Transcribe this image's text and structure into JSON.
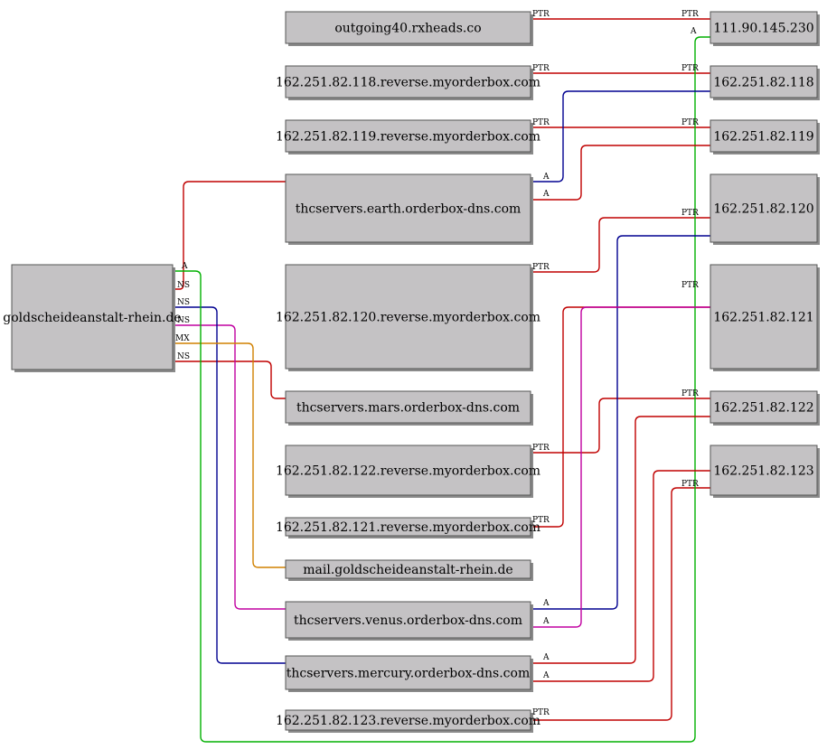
{
  "colors": {
    "ptr": "#c00000",
    "ns_red": "#c00000",
    "ns_blue": "#000090",
    "ns_magenta": "#c000a0",
    "mx": "#d08000",
    "a_green": "#00b000",
    "a_blue": "#000090",
    "a_magenta": "#c000a0"
  },
  "nodes": [
    {
      "id": "domain",
      "label": "goldscheideanstalt-rhein.de"
    },
    {
      "id": "outgoing",
      "label": "outgoing40.rxheads.co"
    },
    {
      "id": "rev118",
      "label": "162.251.82.118.reverse.myorderbox.com"
    },
    {
      "id": "rev119",
      "label": "162.251.82.119.reverse.myorderbox.com"
    },
    {
      "id": "earth",
      "label": "thcservers.earth.orderbox-dns.com"
    },
    {
      "id": "rev120",
      "label": "162.251.82.120.reverse.myorderbox.com"
    },
    {
      "id": "mars",
      "label": "thcservers.mars.orderbox-dns.com"
    },
    {
      "id": "rev122",
      "label": "162.251.82.122.reverse.myorderbox.com"
    },
    {
      "id": "rev121",
      "label": "162.251.82.121.reverse.myorderbox.com"
    },
    {
      "id": "mail",
      "label": "mail.goldscheideanstalt-rhein.de"
    },
    {
      "id": "venus",
      "label": "thcservers.venus.orderbox-dns.com"
    },
    {
      "id": "mercury",
      "label": "thcservers.mercury.orderbox-dns.com"
    },
    {
      "id": "rev123",
      "label": "162.251.82.123.reverse.myorderbox.com"
    },
    {
      "id": "ip230",
      "label": "111.90.145.230"
    },
    {
      "id": "ip118",
      "label": "162.251.82.118"
    },
    {
      "id": "ip119",
      "label": "162.251.82.119"
    },
    {
      "id": "ip120",
      "label": "162.251.82.120"
    },
    {
      "id": "ip121",
      "label": "162.251.82.121"
    },
    {
      "id": "ip122",
      "label": "162.251.82.122"
    },
    {
      "id": "ip123",
      "label": "162.251.82.123"
    }
  ],
  "edges": [
    {
      "from": "outgoing",
      "to": "ip230",
      "type": "PTR",
      "label_to": "PTR",
      "color": "ptr"
    },
    {
      "from": "rev118",
      "to": "ip118",
      "type": "PTR",
      "label_to": "PTR",
      "color": "ptr"
    },
    {
      "from": "rev119",
      "to": "ip119",
      "type": "PTR",
      "label_to": "PTR",
      "color": "ptr"
    },
    {
      "from": "rev120",
      "to": "ip120",
      "type": "PTR",
      "label_to": "PTR",
      "color": "ptr"
    },
    {
      "from": "rev121",
      "to": "ip121",
      "type": "PTR",
      "label_to": "PTR",
      "color": "ptr"
    },
    {
      "from": "rev122",
      "to": "ip122",
      "type": "PTR",
      "label_to": "PTR",
      "color": "ptr"
    },
    {
      "from": "rev123",
      "to": "ip123",
      "type": "PTR",
      "label_to": "PTR",
      "color": "ptr"
    },
    {
      "from": "domain",
      "to": "earth",
      "type": "NS",
      "color": "ns_red"
    },
    {
      "from": "domain",
      "to": "mars",
      "type": "NS",
      "color": "ns_red"
    },
    {
      "from": "domain",
      "to": "venus",
      "type": "NS",
      "color": "ns_magenta"
    },
    {
      "from": "domain",
      "to": "mercury",
      "type": "NS",
      "color": "ns_blue"
    },
    {
      "from": "domain",
      "to": "mail",
      "type": "MX",
      "color": "mx"
    },
    {
      "from": "domain",
      "to": "ip230",
      "type": "A",
      "color": "a_green"
    },
    {
      "from": "earth",
      "to": "ip118",
      "type": "A",
      "color": "a_blue"
    },
    {
      "from": "earth",
      "to": "ip119",
      "type": "A",
      "color": "ptr"
    },
    {
      "from": "venus",
      "to": "ip120",
      "type": "A",
      "color": "a_blue"
    },
    {
      "from": "venus",
      "to": "ip121",
      "type": "A",
      "color": "a_magenta"
    },
    {
      "from": "mercury",
      "to": "ip122",
      "type": "A",
      "color": "ptr"
    },
    {
      "from": "mercury",
      "to": "ip123",
      "type": "A",
      "color": "ptr"
    }
  ]
}
